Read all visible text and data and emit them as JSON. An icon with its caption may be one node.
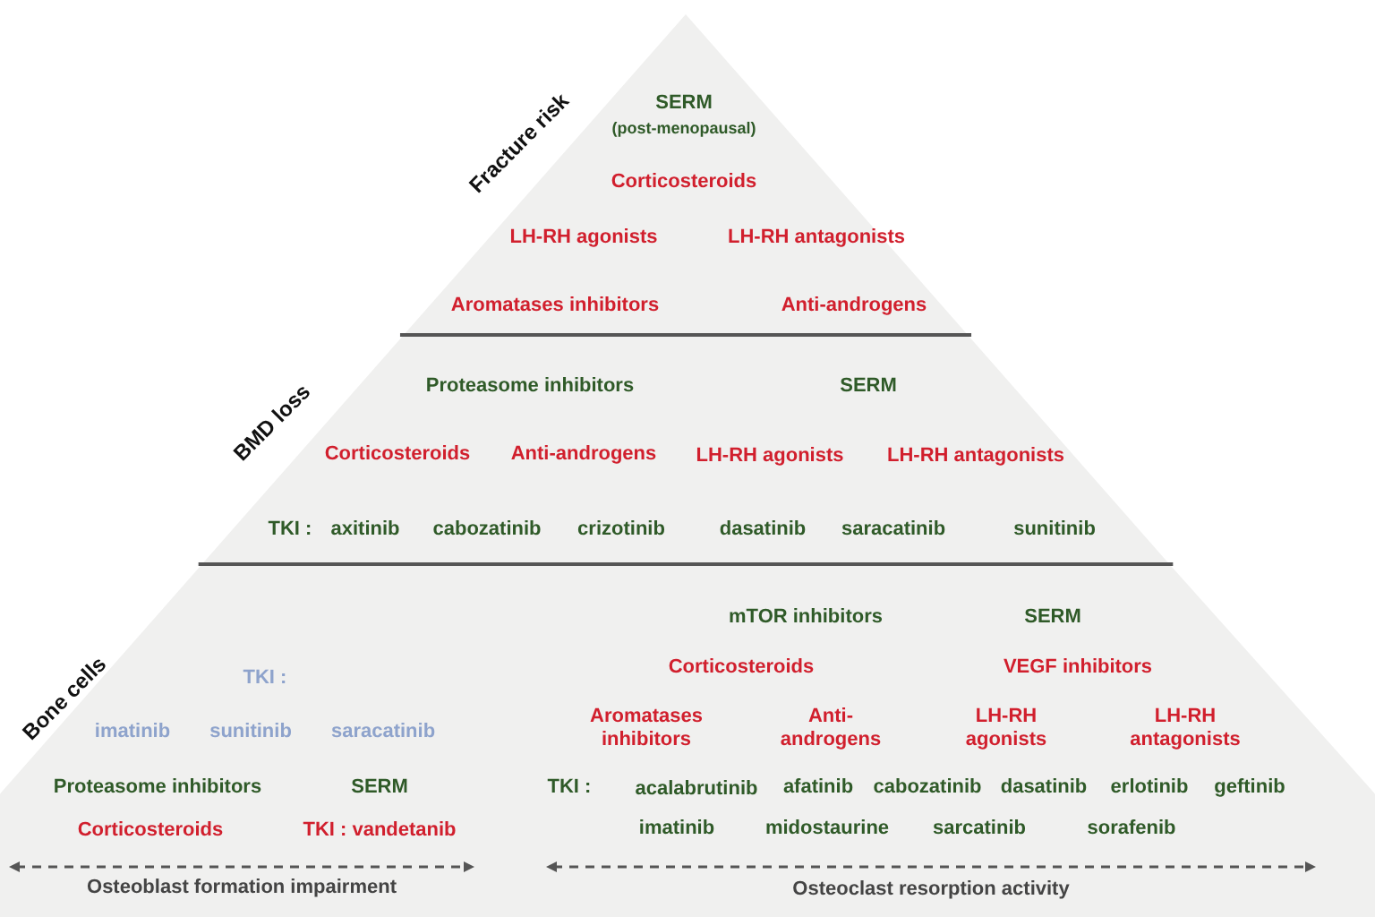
{
  "diagram": {
    "nodes": [
      {
        "text": [
          "Fracture risk",
          "SERM",
          "(post-menopausal)",
          "Corticosteroids",
          "LH-RH agonists",
          "LH-RH antagonists",
          "Aromatases inhibitors",
          "Anti-androgens"
        ]
      },
      {
        "text": [
          "BMD loss",
          "Proteasome inhibitors",
          "SERM",
          "Corticosteroids",
          "Anti-androgens",
          "LH-RH agonists",
          "LH-RH antagonists",
          "TKI :",
          "axitinib",
          "cabozatinib",
          "crizotinib",
          "dasatinib",
          "saracatinib",
          "sunitinib"
        ]
      },
      {
        "text": [
          "Bone cells",
          "TKI :",
          "imatinib",
          "sunitinib",
          "saracatinib",
          "Proteasome inhibitors",
          "SERM",
          "Corticosteroids",
          "TKI : vandetanib",
          "Osteoblast formation impairment",
          "mTOR inhibitors",
          "SERM",
          "Corticosteroids",
          "VEGF inhibitors",
          "Aromatases inhibitors",
          "Anti-androgens",
          "LH-RH agonists",
          "LH-RH antagonists",
          "TKI :",
          "acalabrutinib",
          "afatinib",
          "cabozatinib",
          "dasatinib",
          "erlotinib",
          "geftinib",
          "imatinib",
          "midostaurine",
          "sarcatinib",
          "sorafenib",
          "Osteoclast resorption activity"
        ]
      }
    ]
  }
}
